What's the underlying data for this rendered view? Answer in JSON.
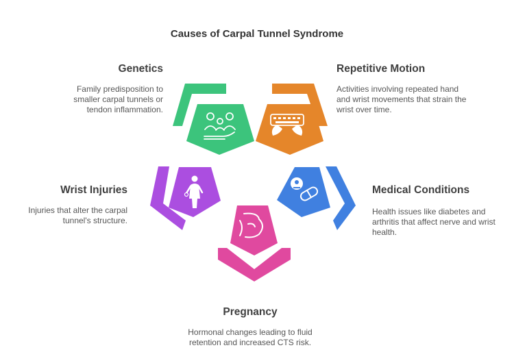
{
  "title": "Causes of Carpal Tunnel Syndrome",
  "causes": [
    {
      "heading": "Genetics",
      "description": "Family predisposition to smaller carpal tunnels or tendon inflammation.",
      "color": "#3cc47c",
      "icon": "family-hand-icon"
    },
    {
      "heading": "Repetitive Motion",
      "description": "Activities involving repeated hand and wrist movements that strain the wrist over time.",
      "color": "#e5862a",
      "icon": "typing-hands-icon"
    },
    {
      "heading": "Medical Conditions",
      "description": "Health issues like diabetes and arthritis that affect nerve and wrist health.",
      "color": "#4080e0",
      "icon": "pill-icon"
    },
    {
      "heading": "Pregnancy",
      "description": "Hormonal changes leading to fluid retention and increased CTS risk.",
      "color": "#e0499f",
      "icon": "pregnant-belly-icon"
    },
    {
      "heading": "Wrist Injuries",
      "description": "Injuries that alter the carpal tunnel's structure.",
      "color": "#ab4ee0",
      "icon": "injured-person-icon"
    }
  ]
}
